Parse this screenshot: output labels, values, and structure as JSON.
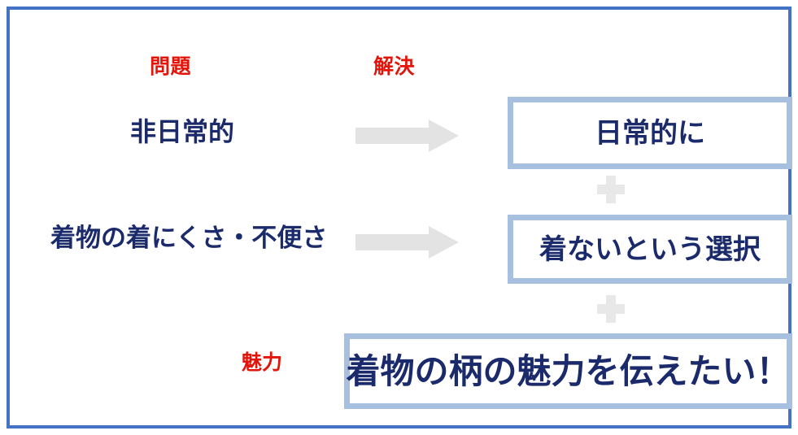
{
  "slide": {
    "frame_color": "#4472c4",
    "background": "#ffffff",
    "accent_red": "#e3150b",
    "accent_navy": "#1a2a6b",
    "box_border_color": "#a8c0e0",
    "arrow_color": "#e3e3e3",
    "plus_color": "#e8e8e8"
  },
  "headers": {
    "problem": "問題",
    "solution": "解決"
  },
  "problems": [
    {
      "text": "非日常的"
    },
    {
      "text": "着物の着にくさ・不便さ"
    }
  ],
  "arrows": [
    {
      "icon": "right-block-arrow-icon"
    },
    {
      "icon": "right-block-arrow-icon"
    }
  ],
  "solutions": [
    {
      "text": "日常的に"
    },
    {
      "text": "着ないという選択"
    },
    {
      "text": "着物の柄の魅力を伝えたい！"
    }
  ],
  "connectors": [
    {
      "symbol": "plus"
    },
    {
      "symbol": "plus"
    }
  ],
  "labels": {
    "charm": "魅力"
  }
}
